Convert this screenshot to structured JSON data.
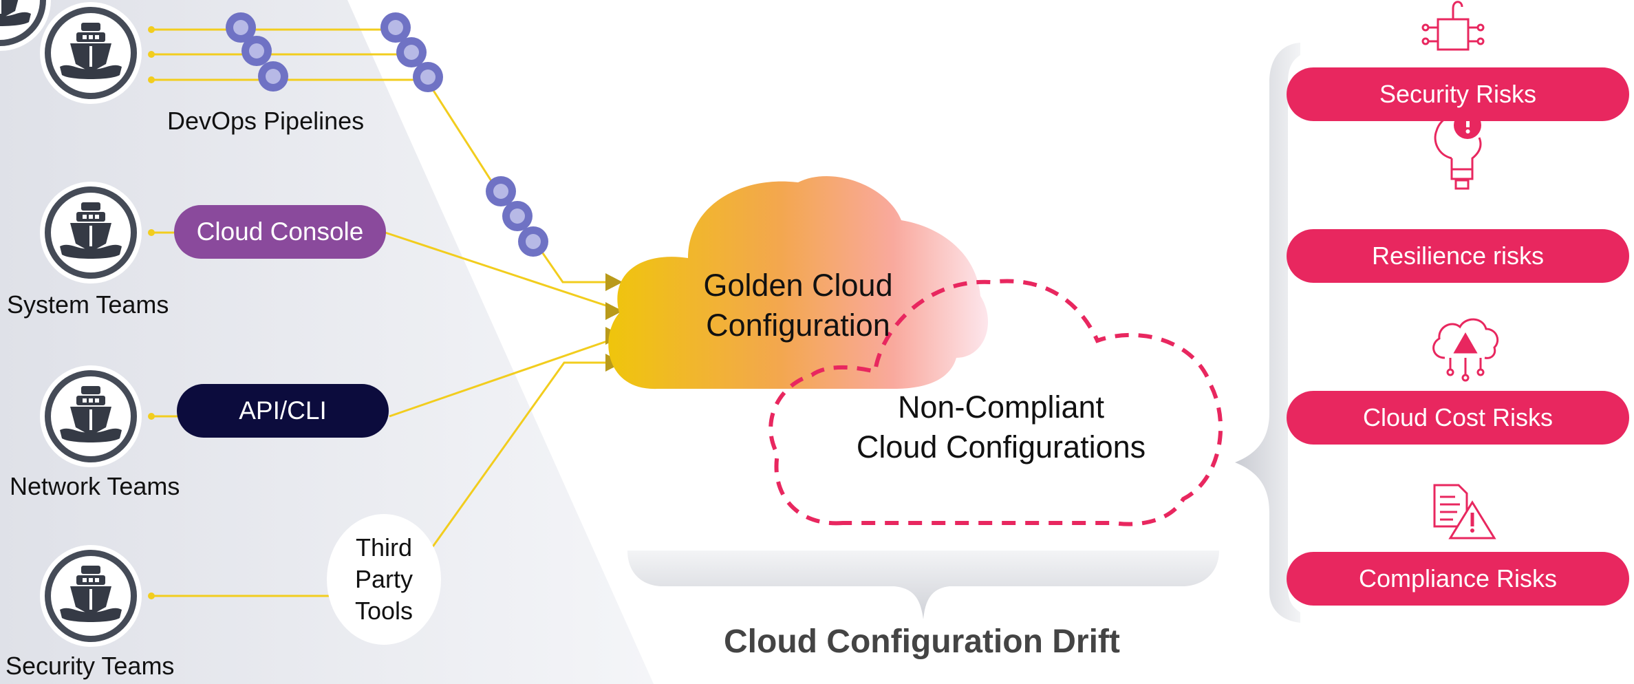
{
  "teams": [
    {
      "label": "DevOps Pipelines"
    },
    {
      "label": "System Teams"
    },
    {
      "label": "Network Teams"
    },
    {
      "label": "Security Teams"
    }
  ],
  "channels": {
    "cloud_console": "Cloud Console",
    "api_cli": "API/CLI",
    "third_party": [
      "Third",
      "Party",
      "Tools"
    ]
  },
  "golden_cloud": [
    "Golden Cloud",
    "Configuration"
  ],
  "non_compliant_cloud": [
    "Non-Compliant",
    "Cloud Configurations"
  ],
  "drift_title": "Cloud Configuration Drift",
  "risks": [
    {
      "label": "Security Risks",
      "icon": "security-chip-icon"
    },
    {
      "label": "Resilience risks",
      "icon": "lightbulb-alert-icon"
    },
    {
      "label": "Cloud Cost Risks",
      "icon": "cloud-alert-icon"
    },
    {
      "label": "Compliance Risks",
      "icon": "document-alert-icon"
    }
  ],
  "colors": {
    "line": "#f2cd1e",
    "node": "#6f72c4",
    "cloud_console": "#8a4a9c",
    "api_cli": "#0c0c3d",
    "risk": "#e8275f",
    "golden_start": "#f0c510",
    "golden_end": "#fbd0db"
  }
}
